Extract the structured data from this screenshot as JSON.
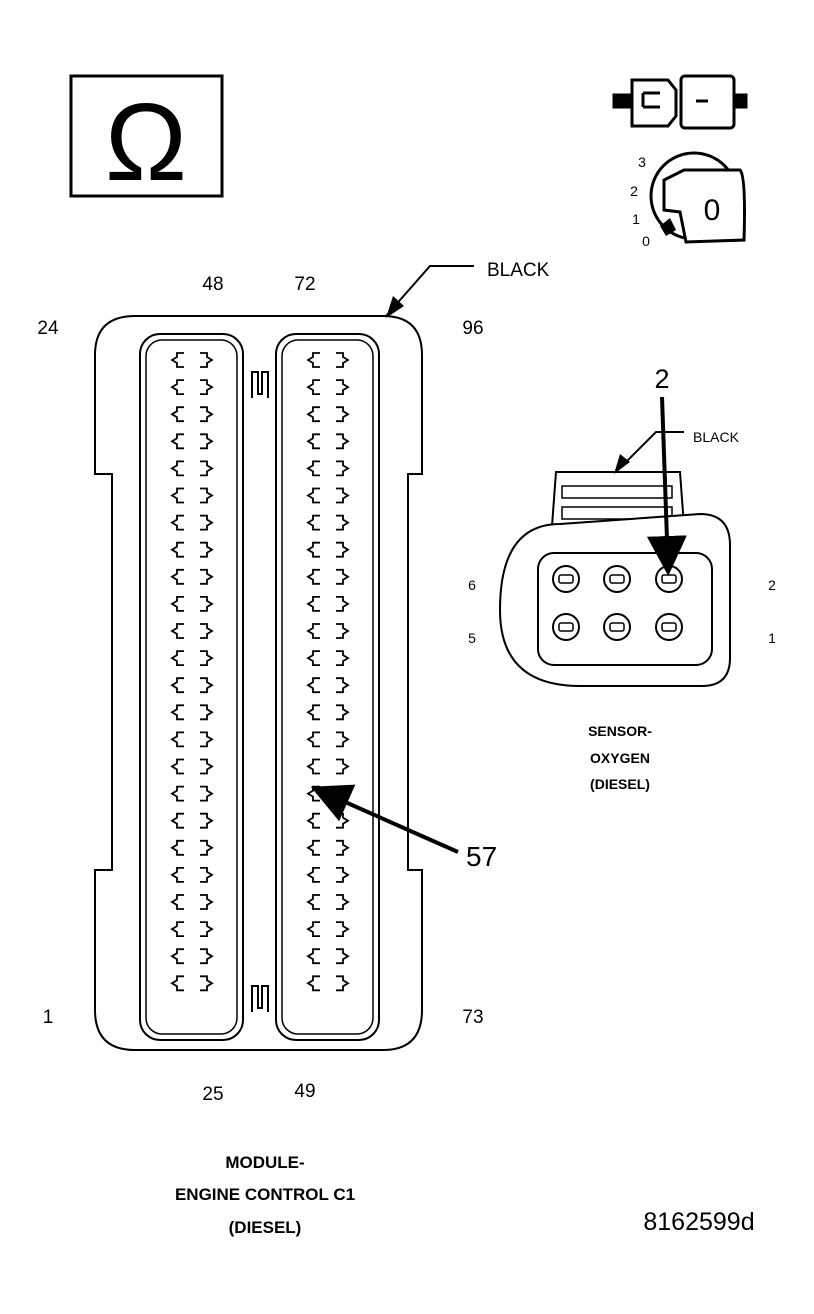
{
  "ohm_symbol": "Ω",
  "ecm": {
    "pins_top_left": [
      "24",
      "48"
    ],
    "pins_top_right": [
      "72",
      "96"
    ],
    "pins_bottom_left": [
      "1",
      "25"
    ],
    "pins_bottom_right": [
      "49",
      "73"
    ],
    "color_label": "BLACK",
    "callout_pin": "57",
    "title_lines": [
      "MODULE-",
      "ENGINE CONTROL C1",
      "(DIESEL)"
    ],
    "rows_per_column": 24
  },
  "sensor": {
    "color_label": "BLACK",
    "callout_pin": "2",
    "pin_labels": {
      "p6": "6",
      "p5": "5",
      "p2": "2",
      "p1": "1"
    },
    "title_lines": [
      "SENSOR-",
      "OXYGEN",
      "(DIESEL)"
    ]
  },
  "key_switch": {
    "positions": [
      "3",
      "2",
      "1",
      "0"
    ],
    "key_letter": "0"
  },
  "figure_id": "8162599d",
  "icons": [
    "ohm-icon",
    "connector-icon",
    "ignition-key-icon"
  ]
}
